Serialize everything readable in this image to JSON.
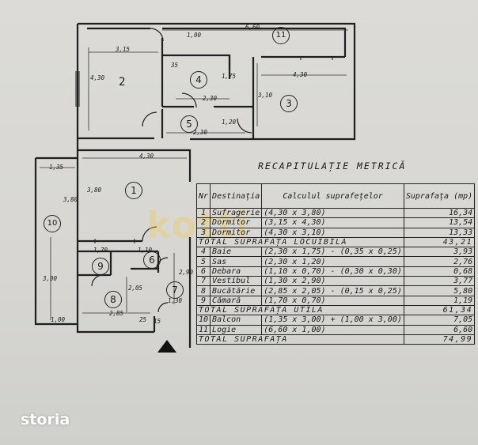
{
  "title": "RECAPITULAȚIE METRICĂ",
  "watermark": "kotti",
  "logo": "storia",
  "table": {
    "headers": {
      "nr": "Nr",
      "dest": "Destinația",
      "calc": "Calculul suprafețelor",
      "sup": "Suprafața (mp)"
    },
    "rows": [
      {
        "nr": "1",
        "dest": "Sufragerie",
        "calc": "(4,30 x 3,80)",
        "sup": "16,34"
      },
      {
        "nr": "2",
        "dest": "Dormitor",
        "calc": "(3,15 x 4,30)",
        "sup": "13,54"
      },
      {
        "nr": "3",
        "dest": "Dormitor",
        "calc": "(4,30 x 3,10)",
        "sup": "13,33"
      },
      {
        "nr": "",
        "dest": "TOTAL SUPRAFAȚA LOCUIBILĂ",
        "calc": "",
        "sup": "43,21",
        "total": true
      },
      {
        "nr": "4",
        "dest": "Baie",
        "calc": "(2,30 x 1,75) - (0,35 x 0,25)",
        "sup": "3,93"
      },
      {
        "nr": "5",
        "dest": "Sas",
        "calc": "(2,30 x 1,20)",
        "sup": "2,76"
      },
      {
        "nr": "6",
        "dest": "Debara",
        "calc": "(1,10 x 0,70) - (0,30 x 0,30)",
        "sup": "0,68"
      },
      {
        "nr": "7",
        "dest": "Vestibul",
        "calc": "(1,30 x 2,90)",
        "sup": "3,77"
      },
      {
        "nr": "8",
        "dest": "Bucătărie",
        "calc": "(2,85 x 2,05) - (0,15 x 0,25)",
        "sup": "5,80"
      },
      {
        "nr": "9",
        "dest": "Cămară",
        "calc": "(1,70 x 0,70)",
        "sup": "1,19"
      },
      {
        "nr": "",
        "dest": "TOTAL SUPRAFAȚA UTILĂ",
        "calc": "",
        "sup": "61,34",
        "total": true
      },
      {
        "nr": "10",
        "dest": "Balcon",
        "calc": "(1,35 x 3,00) + (1,00 x 3,00)",
        "sup": "7,05"
      },
      {
        "nr": "11",
        "dest": "Logie",
        "calc": "(6,60 x 1,00)",
        "sup": "6,60"
      },
      {
        "nr": "",
        "dest": "TOTAL SUPRAFAȚA",
        "calc": "",
        "sup": "74,99",
        "total": true
      }
    ]
  },
  "plan": {
    "rooms": [
      "1",
      "2",
      "3",
      "4",
      "5",
      "6",
      "7",
      "8",
      "9",
      "10",
      "11"
    ],
    "dims": [
      "6,60",
      "1,00",
      "3,15",
      "4,30",
      "35",
      "1,75",
      "4,30",
      "2,30",
      "3,10",
      "1,20",
      "2,30",
      "4,30",
      "1,35",
      "3,80",
      "3,80",
      "3,00",
      "1,70",
      "1,10",
      "2,90",
      "1,30",
      "2,05",
      "2,85",
      "1,00",
      "25",
      "15"
    ]
  }
}
